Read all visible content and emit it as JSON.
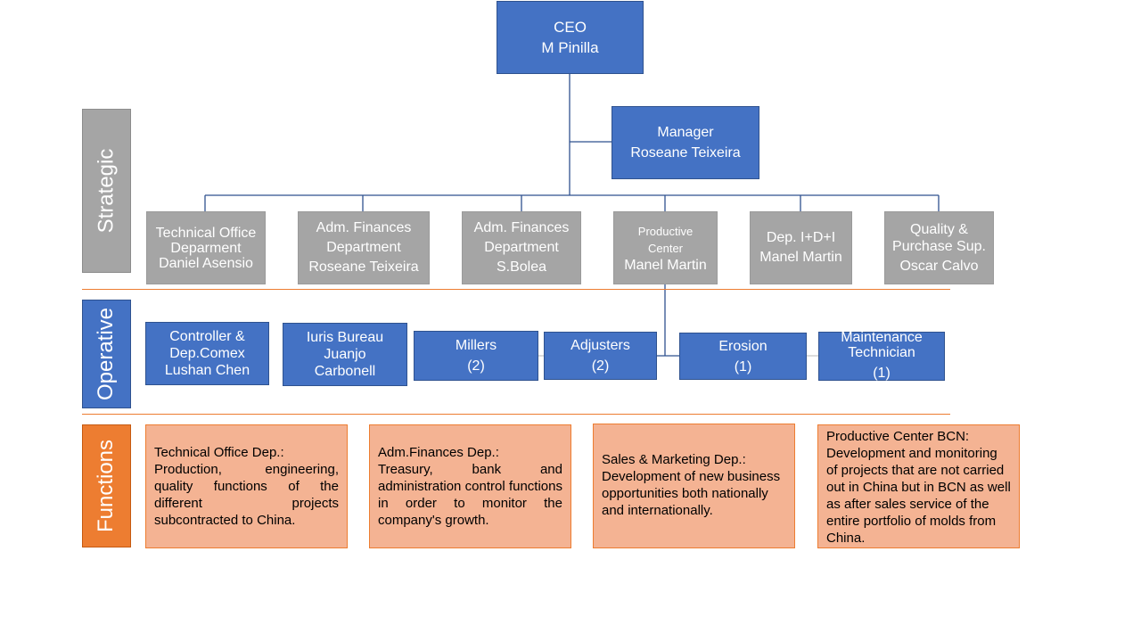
{
  "colors": {
    "blue": "#4472c4",
    "grey": "#a5a5a5",
    "orange": "#ed7d31",
    "peach": "#f4b393"
  },
  "ceo": {
    "title": "CEO",
    "name": "M Pinilla"
  },
  "manager": {
    "title": "Manager",
    "name": "Roseane Teixeira"
  },
  "sections": {
    "strategic": "Strategic",
    "operative": "Operative",
    "functions": "Functions"
  },
  "departments": [
    {
      "line1": "Technical Office",
      "line2": "Deparment",
      "line3": "Daniel Asensio"
    },
    {
      "line1": "Adm. Finances",
      "line2": "Department",
      "line3": "Roseane Teixeira"
    },
    {
      "line1": "Adm. Finances",
      "line2": "Department",
      "line3": "S.Bolea"
    },
    {
      "line1": "Productive",
      "line2": "Center",
      "line3": "Manel Martin"
    },
    {
      "line1": "Dep. I+D+I",
      "line2": "Manel Martin"
    },
    {
      "line1": "Quality &",
      "line2": "Purchase Sup.",
      "line3": "Oscar Calvo"
    }
  ],
  "operative": [
    {
      "line1": "Controller &",
      "line2": "Dep.Comex",
      "line3": "Lushan Chen"
    },
    {
      "line1": "Iuris Bureau",
      "line2": "Juanjo",
      "line3": "Carbonell"
    },
    {
      "line1": "Millers",
      "line2": "(2)"
    },
    {
      "line1": "Adjusters",
      "line2": "(2)"
    },
    {
      "line1": "Erosion",
      "line2": "(1)"
    },
    {
      "line1": "Maintenance",
      "line2": "Technician",
      "line3": "(1)"
    }
  ],
  "functions": [
    {
      "title": "Technical Office Dep.:",
      "body": "Production, engineering, quality functions of the different projects subcontracted to China."
    },
    {
      "title": "Adm.Finances Dep.:",
      "body": "Treasury, bank and administration control functions in order to monitor the company's growth."
    },
    {
      "title": "Sales & Marketing Dep.:",
      "body": "Development of new business opportunities both nationally and internationally."
    },
    {
      "title": "Productive Center BCN:",
      "body": "Development and monitoring of projects that are not carried out in China but in BCN as well as after sales service of the entire portfolio of molds from China."
    }
  ]
}
